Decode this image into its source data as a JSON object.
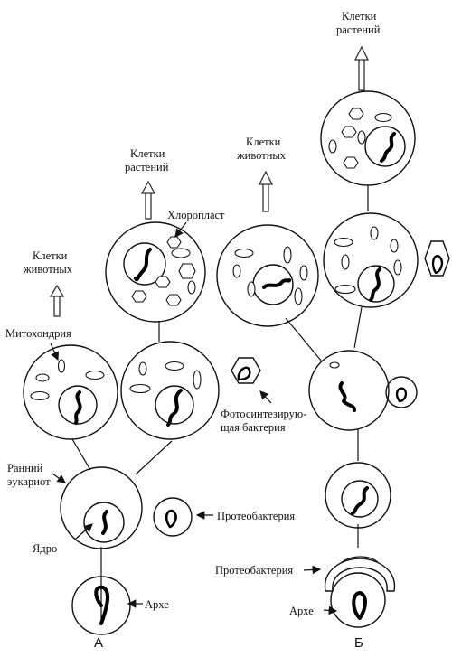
{
  "labels": {
    "a_animal_cells": [
      "Клетки",
      "животных"
    ],
    "a_plant_cells": [
      "Клетки",
      "растений"
    ],
    "b_animal_cells": [
      "Клетки",
      "животных"
    ],
    "b_plant_cells": [
      "Клетки",
      "растений"
    ],
    "chloroplast": "Хлоропласт",
    "mitochondria": "Митохондрия",
    "photosynthetic_bacterium": [
      "Фотосинтезирую-",
      "щая бактерия"
    ],
    "early_eukaryote": [
      "Ранний",
      "эукариот"
    ],
    "nucleus": "Ядро",
    "proteobacterium_a": "Протеобактерия",
    "proteobacterium_b": "Протеобактерия",
    "archaea_a": "Архе",
    "archaea_b": "Архе",
    "panel_a": "А",
    "panel_b": "Б"
  },
  "colors": {
    "ink": "#111111",
    "background": "#ffffff"
  }
}
